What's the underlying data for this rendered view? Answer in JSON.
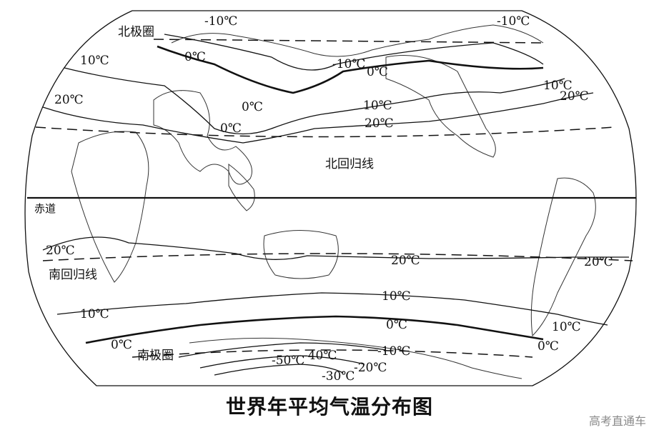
{
  "title": "世界年平均气温分布图",
  "watermark": "高考直通车",
  "lines": {
    "arctic_circle": "北极圈",
    "tropic_cancer": "北回归线",
    "equator": "赤道",
    "tropic_capricorn": "南回归线",
    "antarctic_circle": "南极圈"
  },
  "isotherm_labels": {
    "n_minus10_a": "-10℃",
    "n_minus10_b": "-10℃",
    "n_minus10_c": "-10℃",
    "n_0_a": "0℃",
    "n_0_b": "0℃",
    "n_0_c": "0℃",
    "n_0_d": "0℃",
    "n_10_a": "10℃",
    "n_10_b": "10℃",
    "n_10_c": "10℃",
    "n_20_a": "20℃",
    "n_20_b": "20℃",
    "n_20_c": "20℃",
    "s_20_a": "20℃",
    "s_20_b": "20℃",
    "s_20_c": "20℃",
    "s_10_a": "10℃",
    "s_10_b": "10℃",
    "s_10_c": "10℃",
    "s_0_a": "0℃",
    "s_0_b": "0℃",
    "s_0_c": "0℃",
    "s_minus10": "-10℃",
    "s_minus20": "-20℃",
    "s_minus30": "-30℃",
    "s_minus40": "-40℃",
    "s_minus50": "-50℃"
  }
}
